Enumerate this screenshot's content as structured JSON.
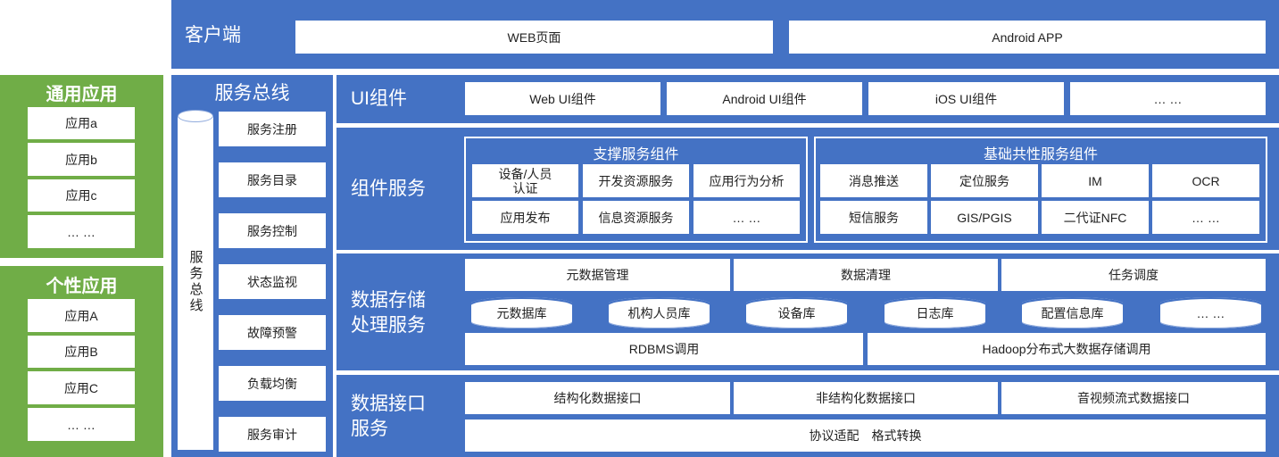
{
  "client": {
    "title": "客户端",
    "items": [
      "WEB页面",
      "Android APP"
    ]
  },
  "general_apps": {
    "title": "通用应用",
    "items": [
      "应用a",
      "应用b",
      "应用c",
      "… …"
    ]
  },
  "custom_apps": {
    "title": "个性应用",
    "items": [
      "应用A",
      "应用B",
      "应用C",
      "… …"
    ]
  },
  "service_bus": {
    "title": "服务总线",
    "vertical_label": "服务总线",
    "items": [
      "服务注册",
      "服务目录",
      "服务控制",
      "状态监视",
      "故障预警",
      "负载均衡",
      "服务审计"
    ]
  },
  "ui_components": {
    "title": "UI组件",
    "items": [
      "Web UI组件",
      "Android UI组件",
      "iOS UI组件",
      "… …"
    ]
  },
  "component_services": {
    "title": "组件服务",
    "support": {
      "title": "支撑服务组件",
      "items": [
        "设备/人员\n认证",
        "开发资源服务",
        "应用行为分析",
        "应用发布",
        "信息资源服务",
        "… …"
      ]
    },
    "basic": {
      "title": "基础共性服务组件",
      "items": [
        "消息推送",
        "定位服务",
        "IM",
        "OCR",
        "短信服务",
        "GIS/PGIS",
        "二代证NFC",
        "… …"
      ]
    }
  },
  "data_storage": {
    "title_line1": "数据存储",
    "title_line2": "处理服务",
    "top_items": [
      "元数据管理",
      "数据清理",
      "任务调度"
    ],
    "databases": [
      "元数据库",
      "机构人员库",
      "设备库",
      "日志库",
      "配置信息库",
      "… …"
    ],
    "bottom_items": [
      "RDBMS调用",
      "Hadoop分布式大数据存储调用"
    ]
  },
  "data_interface": {
    "title_line1": "数据接口",
    "title_line2": "服务",
    "items": [
      "结构化数据接口",
      "非结构化数据接口",
      "音视频流式数据接口"
    ],
    "bottom": "协议适配　格式转换"
  }
}
